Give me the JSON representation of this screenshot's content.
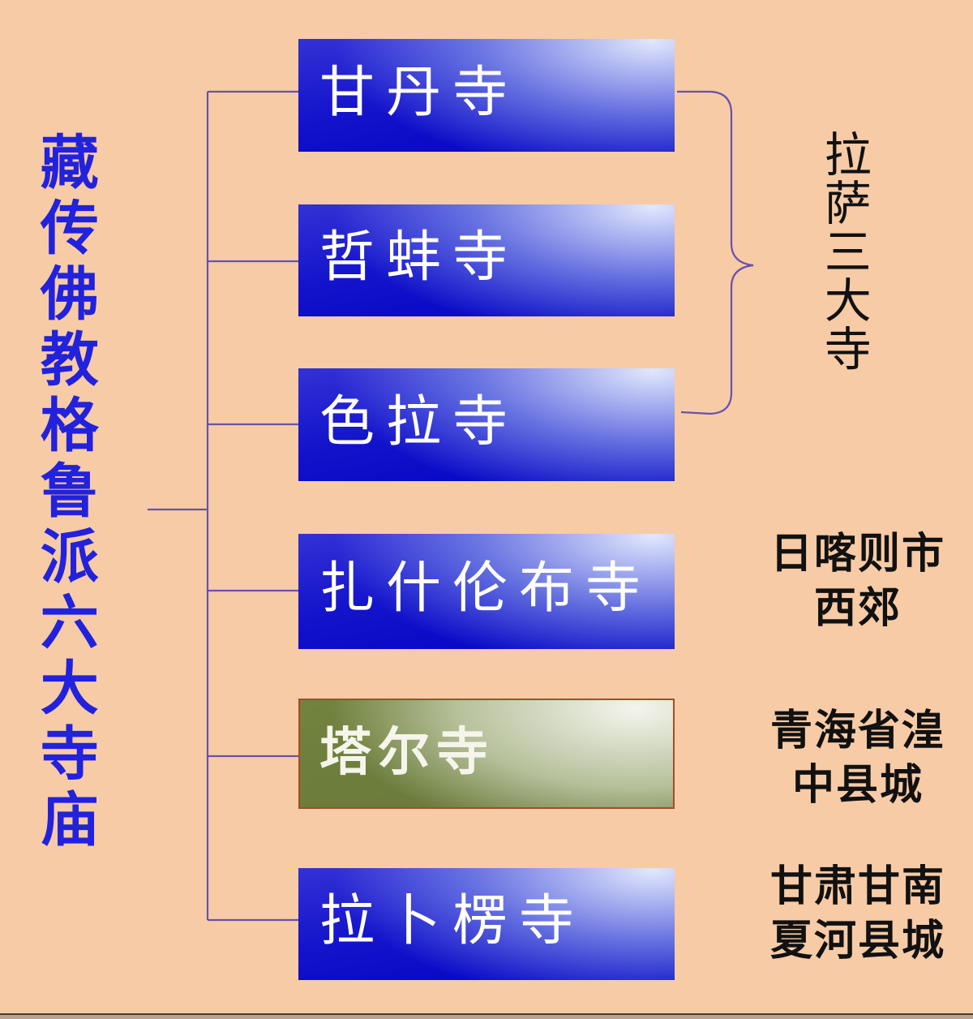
{
  "title": {
    "text": "藏传佛教格鲁派六大寺庙"
  },
  "monasteries": [
    {
      "name": "甘丹寺",
      "style": "blue"
    },
    {
      "name": "哲蚌寺",
      "style": "blue"
    },
    {
      "name": "色拉寺",
      "style": "blue"
    },
    {
      "name": "扎什伦布寺",
      "style": "blue"
    },
    {
      "name": "塔尔寺",
      "style": "green"
    },
    {
      "name": "拉卜楞寺",
      "style": "blue"
    }
  ],
  "annotations": {
    "lhasa_group_label": "拉萨三大寺",
    "shigatse_lines": [
      "日喀则市",
      "西郊"
    ],
    "qinghai_lines": [
      "青海省湟",
      "中县城"
    ],
    "gansu_lines": [
      "甘肃甘南",
      "夏河县城"
    ]
  },
  "colors": {
    "background": "#F7CBA6",
    "title_blue": "#2222DC",
    "box_blue_dark": "#0202C3",
    "box_blue_highlight": "#B9C6F0",
    "box_green_base": "#6E8040",
    "box_green_highlight": "#EDEFE4",
    "box_green_border": "#A84B28",
    "connector_purple": "#6851AD",
    "annotation_text": "#111111",
    "box_text": "#FFFFFF"
  }
}
